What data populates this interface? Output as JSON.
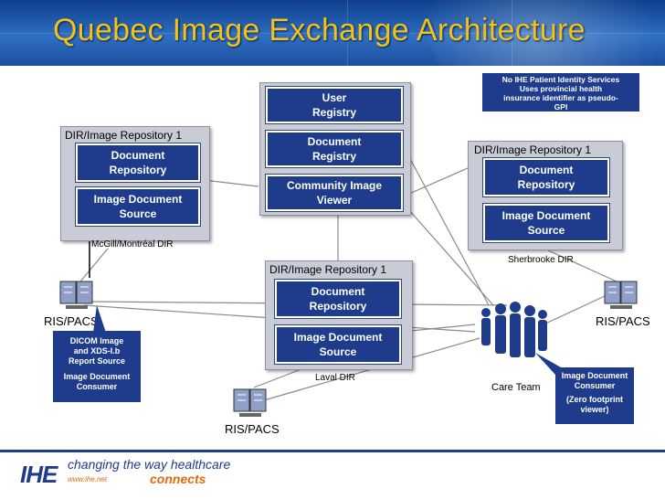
{
  "header": {
    "title": "Quebec Image Exchange  Architecture"
  },
  "central": {
    "user_registry": "User\nRegistry",
    "document_registry": "Document\nRegistry",
    "community_viewer": "Community Image\nViewer"
  },
  "note_pis": "No IHE Patient Identity Services\nUses provincial health\ninsurance identifier as pseudo-\nGPI",
  "repo_mcgill": {
    "title": "DIR/Image Repository 1",
    "doc_repo": "Document\nRepository",
    "img_source": "Image Document\nSource",
    "caption": "McGill/Montréal DIR"
  },
  "repo_sherbrooke": {
    "title": "DIR/Image Repository 1",
    "doc_repo": "Document\nRepository",
    "img_source": "Image Document\nSource",
    "caption": "Sherbrooke DIR"
  },
  "repo_laval": {
    "title": "DIR/Image Repository 1",
    "doc_repo": "Document\nRepository",
    "img_source": "Image Document\nSource",
    "caption": "Laval DIR"
  },
  "nodes": {
    "rispacs_left": "RIS/PACS",
    "rispacs_right": "RIS/PACS",
    "rispacs_bottom": "RIS/PACS",
    "care_team": "Care Team"
  },
  "callout_left": {
    "line1": "DICOM Image\nand XDS-I.b\nReport Source",
    "line2": "Image Document\nConsumer"
  },
  "callout_right": {
    "line1": "Image Document\nConsumer",
    "line2": "(Zero footprint\nviewer)"
  },
  "footer": {
    "logo": "IHE",
    "tagline": "changing the way healthcare",
    "tagline2": "connects",
    "site": "www.ihe.net"
  },
  "colors": {
    "title": "#f2c21a",
    "header": "#1c4fa0",
    "box_fill": "#1e3b8c",
    "panel": "#c9ccd6",
    "accent": "#e36a0e"
  }
}
